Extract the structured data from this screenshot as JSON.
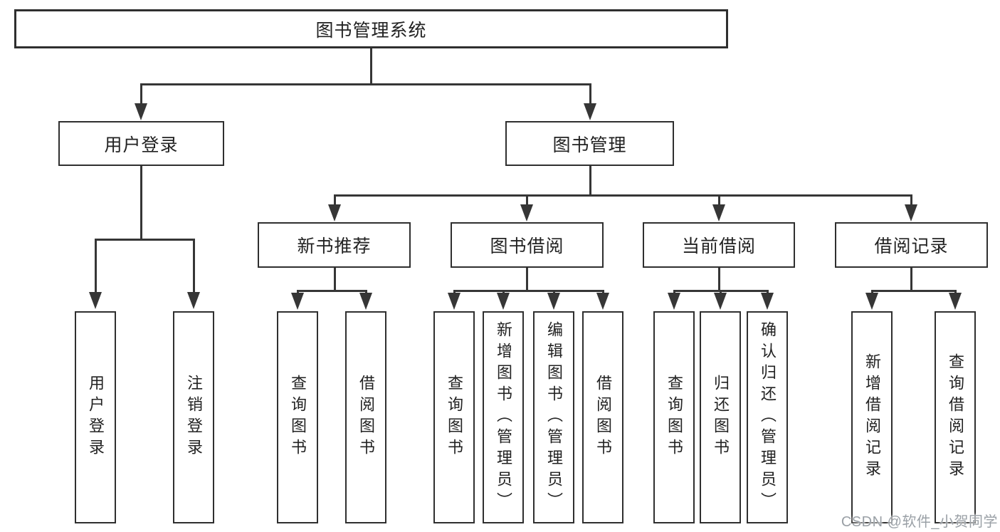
{
  "diagram": {
    "root": {
      "label": "图书管理系统"
    },
    "branches": [
      {
        "label": "用户登录",
        "children": [
          {
            "label": "用户登录"
          },
          {
            "label": "注销登录"
          }
        ]
      },
      {
        "label": "图书管理",
        "children": [
          {
            "label": "新书推荐",
            "children": [
              {
                "label": "查询图书"
              },
              {
                "label": "借阅图书"
              }
            ]
          },
          {
            "label": "图书借阅",
            "children": [
              {
                "label": "查询图书"
              },
              {
                "label": "新增图书（管理员）"
              },
              {
                "label": "编辑图书（管理员）"
              },
              {
                "label": "借阅图书"
              }
            ]
          },
          {
            "label": "当前借阅",
            "children": [
              {
                "label": "查询图书"
              },
              {
                "label": "归还图书"
              },
              {
                "label": "确认归还（管理员）"
              }
            ]
          },
          {
            "label": "借阅记录",
            "children": [
              {
                "label": "新增借阅记录"
              },
              {
                "label": "查询借阅记录"
              }
            ]
          }
        ]
      }
    ]
  },
  "watermark": {
    "text": "CSDN @软件_小贺同学"
  },
  "colors": {
    "line": "#363636",
    "box_border": "#2f2f2f",
    "text": "#222222",
    "watermark": "#9aa0a6",
    "background": "#ffffff"
  }
}
